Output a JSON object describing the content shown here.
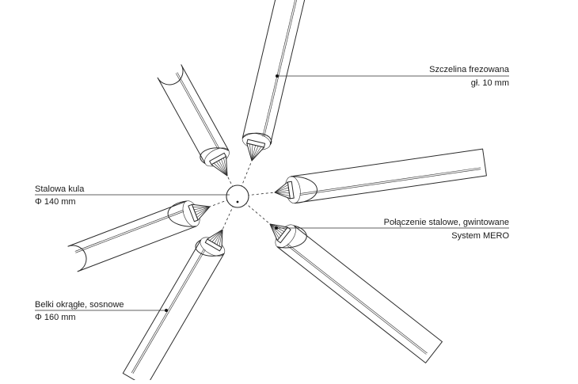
{
  "labels": {
    "slot": {
      "line1": "Szczelina frezowana",
      "line2": "gł. 10 mm"
    },
    "ball": {
      "line1": "Stalowa kula",
      "line2": "Φ 140 mm"
    },
    "connector": {
      "line1": "Połączenie stalowe, gwintowane",
      "line2": "System MERO"
    },
    "beams": {
      "line1": "Belki okrągłe, sosnowe",
      "line2": "Φ 160 mm"
    }
  },
  "colors": {
    "line": "#2b2b2b",
    "text": "#1a1a1a",
    "background": "#ffffff"
  }
}
